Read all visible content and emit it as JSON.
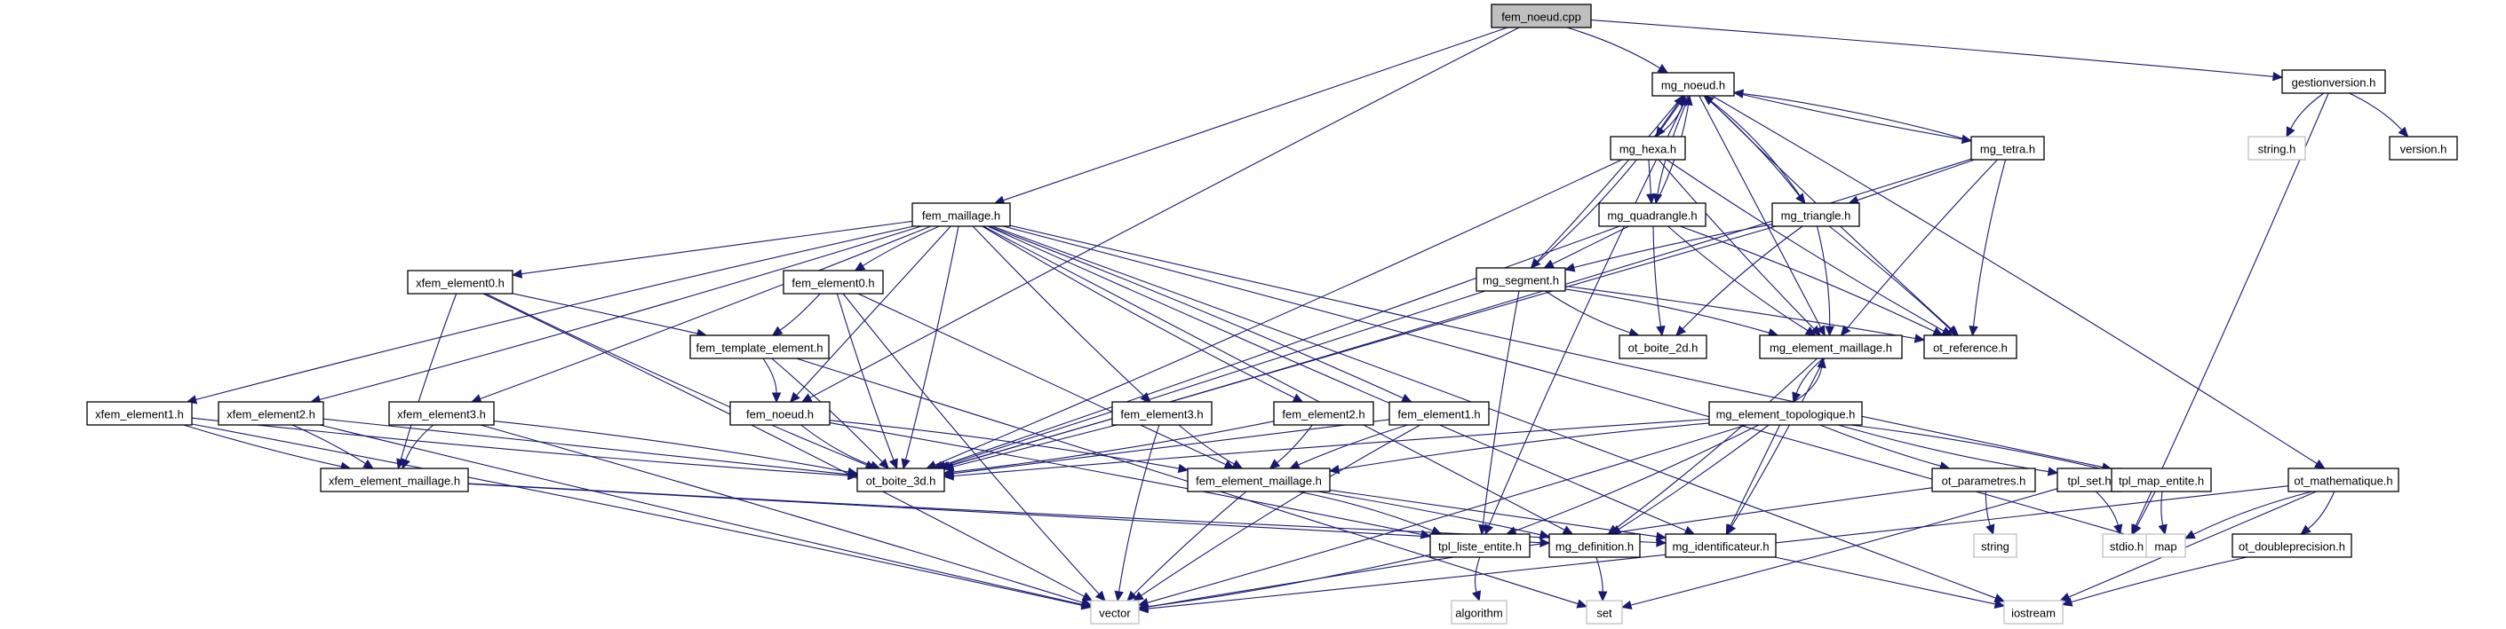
{
  "graph": {
    "colors": {
      "edge": "#191970",
      "root_fill": "#bfbfbf",
      "system_border": "#bfbfbf",
      "local_border": "#000000"
    },
    "nodes": [
      {
        "id": "fem_noeud_cpp",
        "label": "fem_noeud.cpp",
        "kind": "root"
      },
      {
        "id": "mg_noeud_h",
        "label": "mg_noeud.h",
        "kind": "local"
      },
      {
        "id": "gestionversion_h",
        "label": "gestionversion.h",
        "kind": "local"
      },
      {
        "id": "string_h",
        "label": "string.h",
        "kind": "system"
      },
      {
        "id": "version_h",
        "label": "version.h",
        "kind": "local"
      },
      {
        "id": "mg_hexa_h",
        "label": "mg_hexa.h",
        "kind": "local"
      },
      {
        "id": "mg_tetra_h",
        "label": "mg_tetra.h",
        "kind": "local"
      },
      {
        "id": "mg_quadrangle_h",
        "label": "mg_quadrangle.h",
        "kind": "local"
      },
      {
        "id": "mg_triangle_h",
        "label": "mg_triangle.h",
        "kind": "local"
      },
      {
        "id": "fem_maillage_h",
        "label": "fem_maillage.h",
        "kind": "local"
      },
      {
        "id": "mg_segment_h",
        "label": "mg_segment.h",
        "kind": "local"
      },
      {
        "id": "xfem_element0_h",
        "label": "xfem_element0.h",
        "kind": "local"
      },
      {
        "id": "fem_element0_h",
        "label": "fem_element0.h",
        "kind": "local"
      },
      {
        "id": "fem_template_element_h",
        "label": "fem_template_element.h",
        "kind": "local"
      },
      {
        "id": "ot_boite_2d_h",
        "label": "ot_boite_2d.h",
        "kind": "local"
      },
      {
        "id": "mg_element_maillage_h",
        "label": "mg_element_maillage.h",
        "kind": "local"
      },
      {
        "id": "ot_reference_h",
        "label": "ot_reference.h",
        "kind": "local"
      },
      {
        "id": "xfem_element1_h",
        "label": "xfem_element1.h",
        "kind": "local"
      },
      {
        "id": "xfem_element2_h",
        "label": "xfem_element2.h",
        "kind": "local"
      },
      {
        "id": "xfem_element3_h",
        "label": "xfem_element3.h",
        "kind": "local"
      },
      {
        "id": "fem_noeud_h",
        "label": "fem_noeud.h",
        "kind": "local"
      },
      {
        "id": "fem_element3_h",
        "label": "fem_element3.h",
        "kind": "local"
      },
      {
        "id": "fem_element2_h",
        "label": "fem_element2.h",
        "kind": "local"
      },
      {
        "id": "fem_element1_h",
        "label": "fem_element1.h",
        "kind": "local"
      },
      {
        "id": "mg_element_topologique_h",
        "label": "mg_element_topologique.h",
        "kind": "local"
      },
      {
        "id": "xfem_element_maillage_h",
        "label": "xfem_element_maillage.h",
        "kind": "local"
      },
      {
        "id": "ot_boite_3d_h",
        "label": "ot_boite_3d.h",
        "kind": "local"
      },
      {
        "id": "fem_element_maillage_h",
        "label": "fem_element_maillage.h",
        "kind": "local"
      },
      {
        "id": "ot_parametres_h",
        "label": "ot_parametres.h",
        "kind": "local"
      },
      {
        "id": "tpl_set_h",
        "label": "tpl_set.h",
        "kind": "local"
      },
      {
        "id": "tpl_map_entite_h",
        "label": "tpl_map_entite.h",
        "kind": "local"
      },
      {
        "id": "ot_mathematique_h",
        "label": "ot_mathematique.h",
        "kind": "local"
      },
      {
        "id": "tpl_liste_entite_h",
        "label": "tpl_liste_entite.h",
        "kind": "local"
      },
      {
        "id": "mg_definition_h",
        "label": "mg_definition.h",
        "kind": "local"
      },
      {
        "id": "mg_identificateur_h",
        "label": "mg_identificateur.h",
        "kind": "local"
      },
      {
        "id": "string",
        "label": "string",
        "kind": "system"
      },
      {
        "id": "stdio_h",
        "label": "stdio.h",
        "kind": "system"
      },
      {
        "id": "map",
        "label": "map",
        "kind": "system"
      },
      {
        "id": "ot_doubleprecision_h",
        "label": "ot_doubleprecision.h",
        "kind": "local"
      },
      {
        "id": "vector",
        "label": "vector",
        "kind": "system"
      },
      {
        "id": "algorithm",
        "label": "algorithm",
        "kind": "system"
      },
      {
        "id": "set",
        "label": "set",
        "kind": "system"
      },
      {
        "id": "iostream",
        "label": "iostream",
        "kind": "system"
      }
    ],
    "edges": [
      [
        "fem_noeud_cpp",
        "mg_noeud_h"
      ],
      [
        "fem_noeud_cpp",
        "gestionversion_h"
      ],
      [
        "fem_noeud_cpp",
        "fem_maillage_h"
      ],
      [
        "fem_noeud_cpp",
        "fem_noeud_h"
      ],
      [
        "gestionversion_h",
        "string_h"
      ],
      [
        "gestionversion_h",
        "version_h"
      ],
      [
        "gestionversion_h",
        "stdio_h"
      ],
      [
        "mg_noeud_h",
        "mg_hexa_h"
      ],
      [
        "mg_noeud_h",
        "mg_tetra_h"
      ],
      [
        "mg_noeud_h",
        "mg_quadrangle_h"
      ],
      [
        "mg_noeud_h",
        "mg_triangle_h"
      ],
      [
        "mg_noeud_h",
        "mg_segment_h"
      ],
      [
        "mg_noeud_h",
        "mg_element_maillage_h"
      ],
      [
        "mg_noeud_h",
        "ot_reference_h"
      ],
      [
        "mg_noeud_h",
        "tpl_liste_entite_h"
      ],
      [
        "mg_noeud_h",
        "ot_mathematique_h"
      ],
      [
        "mg_hexa_h",
        "mg_noeud_h"
      ],
      [
        "mg_hexa_h",
        "mg_quadrangle_h"
      ],
      [
        "mg_hexa_h",
        "mg_element_maillage_h"
      ],
      [
        "mg_hexa_h",
        "ot_reference_h"
      ],
      [
        "mg_hexa_h",
        "ot_boite_3d_h"
      ],
      [
        "mg_tetra_h",
        "mg_noeud_h"
      ],
      [
        "mg_tetra_h",
        "mg_triangle_h"
      ],
      [
        "mg_tetra_h",
        "mg_element_maillage_h"
      ],
      [
        "mg_tetra_h",
        "ot_reference_h"
      ],
      [
        "mg_tetra_h",
        "ot_boite_3d_h"
      ],
      [
        "mg_quadrangle_h",
        "mg_noeud_h"
      ],
      [
        "mg_quadrangle_h",
        "mg_segment_h"
      ],
      [
        "mg_quadrangle_h",
        "ot_boite_2d_h"
      ],
      [
        "mg_quadrangle_h",
        "mg_element_maillage_h"
      ],
      [
        "mg_quadrangle_h",
        "ot_reference_h"
      ],
      [
        "mg_quadrangle_h",
        "ot_boite_3d_h"
      ],
      [
        "mg_triangle_h",
        "mg_noeud_h"
      ],
      [
        "mg_triangle_h",
        "mg_segment_h"
      ],
      [
        "mg_triangle_h",
        "ot_boite_2d_h"
      ],
      [
        "mg_triangle_h",
        "mg_element_maillage_h"
      ],
      [
        "mg_triangle_h",
        "ot_reference_h"
      ],
      [
        "mg_triangle_h",
        "ot_boite_3d_h"
      ],
      [
        "mg_segment_h",
        "mg_noeud_h"
      ],
      [
        "mg_segment_h",
        "ot_boite_2d_h"
      ],
      [
        "mg_segment_h",
        "mg_element_maillage_h"
      ],
      [
        "mg_segment_h",
        "ot_reference_h"
      ],
      [
        "mg_segment_h",
        "ot_boite_3d_h"
      ],
      [
        "mg_segment_h",
        "tpl_liste_entite_h"
      ],
      [
        "mg_element_maillage_h",
        "mg_element_topologique_h"
      ],
      [
        "mg_element_maillage_h",
        "mg_definition_h"
      ],
      [
        "mg_element_maillage_h",
        "mg_identificateur_h"
      ],
      [
        "mg_element_topologique_h",
        "mg_element_maillage_h"
      ],
      [
        "mg_element_topologique_h",
        "ot_boite_3d_h"
      ],
      [
        "mg_element_topologique_h",
        "fem_element_maillage_h"
      ],
      [
        "mg_element_topologique_h",
        "tpl_liste_entite_h"
      ],
      [
        "mg_element_topologique_h",
        "mg_definition_h"
      ],
      [
        "mg_element_topologique_h",
        "mg_identificateur_h"
      ],
      [
        "mg_element_topologique_h",
        "ot_parametres_h"
      ],
      [
        "mg_element_topologique_h",
        "tpl_set_h"
      ],
      [
        "mg_element_topologique_h",
        "tpl_map_entite_h"
      ],
      [
        "mg_element_topologique_h",
        "vector"
      ],
      [
        "fem_maillage_h",
        "xfem_element0_h"
      ],
      [
        "fem_maillage_h",
        "fem_element0_h"
      ],
      [
        "fem_maillage_h",
        "xfem_element1_h"
      ],
      [
        "fem_maillage_h",
        "xfem_element2_h"
      ],
      [
        "fem_maillage_h",
        "xfem_element3_h"
      ],
      [
        "fem_maillage_h",
        "fem_noeud_h"
      ],
      [
        "fem_maillage_h",
        "fem_element3_h"
      ],
      [
        "fem_maillage_h",
        "fem_element2_h"
      ],
      [
        "fem_maillage_h",
        "fem_element1_h"
      ],
      [
        "fem_maillage_h",
        "ot_boite_3d_h"
      ],
      [
        "fem_maillage_h",
        "mg_definition_h"
      ],
      [
        "fem_maillage_h",
        "mg_identificateur_h"
      ],
      [
        "fem_maillage_h",
        "tpl_map_entite_h"
      ],
      [
        "fem_maillage_h",
        "map"
      ],
      [
        "fem_maillage_h",
        "iostream"
      ],
      [
        "xfem_element0_h",
        "fem_template_element_h"
      ],
      [
        "xfem_element0_h",
        "xfem_element_maillage_h"
      ],
      [
        "xfem_element0_h",
        "ot_boite_3d_h"
      ],
      [
        "xfem_element0_h",
        "vector"
      ],
      [
        "fem_element0_h",
        "fem_template_element_h"
      ],
      [
        "fem_element0_h",
        "fem_element_maillage_h"
      ],
      [
        "fem_element0_h",
        "ot_boite_3d_h"
      ],
      [
        "fem_element0_h",
        "vector"
      ],
      [
        "fem_template_element_h",
        "fem_noeud_h"
      ],
      [
        "fem_template_element_h",
        "ot_boite_3d_h"
      ],
      [
        "fem_template_element_h",
        "set"
      ],
      [
        "xfem_element1_h",
        "xfem_element_maillage_h"
      ],
      [
        "xfem_element1_h",
        "ot_boite_3d_h"
      ],
      [
        "xfem_element1_h",
        "vector"
      ],
      [
        "xfem_element2_h",
        "xfem_element_maillage_h"
      ],
      [
        "xfem_element2_h",
        "ot_boite_3d_h"
      ],
      [
        "xfem_element2_h",
        "vector"
      ],
      [
        "xfem_element3_h",
        "xfem_element_maillage_h"
      ],
      [
        "xfem_element3_h",
        "ot_boite_3d_h"
      ],
      [
        "xfem_element3_h",
        "vector"
      ],
      [
        "xfem_element_maillage_h",
        "mg_definition_h"
      ],
      [
        "xfem_element_maillage_h",
        "mg_identificateur_h"
      ],
      [
        "fem_noeud_h",
        "ot_boite_3d_h"
      ],
      [
        "fem_noeud_h",
        "fem_element_maillage_h"
      ],
      [
        "fem_noeud_h",
        "tpl_liste_entite_h"
      ],
      [
        "fem_element3_h",
        "ot_boite_3d_h"
      ],
      [
        "fem_element3_h",
        "fem_element_maillage_h"
      ],
      [
        "fem_element3_h",
        "vector"
      ],
      [
        "fem_element2_h",
        "ot_boite_3d_h"
      ],
      [
        "fem_element2_h",
        "fem_element_maillage_h"
      ],
      [
        "fem_element1_h",
        "ot_boite_3d_h"
      ],
      [
        "fem_element1_h",
        "fem_element_maillage_h"
      ],
      [
        "fem_element1_h",
        "vector"
      ],
      [
        "fem_element_maillage_h",
        "tpl_liste_entite_h"
      ],
      [
        "fem_element_maillage_h",
        "mg_definition_h"
      ],
      [
        "fem_element_maillage_h",
        "mg_identificateur_h"
      ],
      [
        "fem_element_maillage_h",
        "vector"
      ],
      [
        "tpl_liste_entite_h",
        "algorithm"
      ],
      [
        "tpl_liste_entite_h",
        "vector"
      ],
      [
        "mg_definition_h",
        "set"
      ],
      [
        "mg_identificateur_h",
        "iostream"
      ],
      [
        "ot_parametres_h",
        "string"
      ],
      [
        "ot_parametres_h",
        "vector"
      ],
      [
        "tpl_set_h",
        "stdio_h"
      ],
      [
        "tpl_set_h",
        "set"
      ],
      [
        "tpl_map_entite_h",
        "stdio_h"
      ],
      [
        "tpl_map_entite_h",
        "map"
      ],
      [
        "ot_mathematique_h",
        "map"
      ],
      [
        "ot_mathematique_h",
        "ot_doubleprecision_h"
      ],
      [
        "ot_mathematique_h",
        "vector"
      ],
      [
        "ot_mathematique_h",
        "iostream"
      ],
      [
        "ot_doubleprecision_h",
        "iostream"
      ]
    ]
  }
}
